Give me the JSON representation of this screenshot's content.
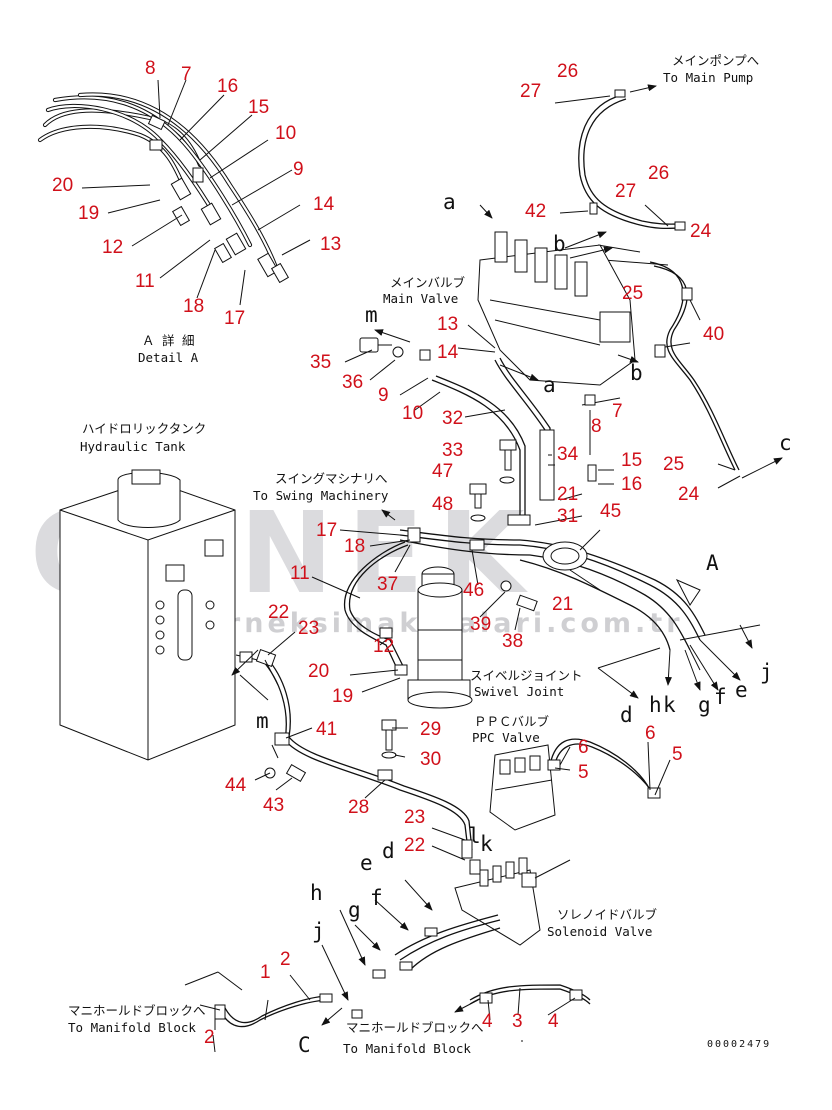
{
  "watermark": {
    "brand": "ORNEK",
    "url": "www.orneksimakinalari.com.tr"
  },
  "labels": {
    "detail_a_jp": "Ａ 詳 細",
    "detail_a_en": "Detail A",
    "main_pump_jp": "メインポンプへ",
    "main_pump_en": "To Main Pump",
    "main_valve_jp": "メインバルブ",
    "main_valve_en": "Main Valve",
    "tank_jp": "ハイドロリックタンク",
    "tank_en": "Hydraulic Tank",
    "swing_jp": "スイングマシナリへ",
    "swing_en": "To Swing Machinery",
    "swivel_jp": "スイベルジョイント",
    "swivel_en": "Swivel Joint",
    "ppc_jp": "ＰＰＣバルブ",
    "ppc_en": "PPC Valve",
    "solenoid_jp": "ソレノイドバルブ",
    "solenoid_en": "Solenoid Valve",
    "manifold_jp": "マニホールドブロックへ",
    "manifold_en": "To Manifold Block",
    "drawing_no": "00002479"
  },
  "callouts": {
    "n8a": "8",
    "n7a": "7",
    "n16a": "16",
    "n15a": "15",
    "n10a": "10",
    "n9a": "9",
    "n20a": "20",
    "n19a": "19",
    "n12a": "12",
    "n11a": "11",
    "n18a": "18",
    "n17a": "17",
    "n14a": "14",
    "n13a": "13",
    "n26a": "26",
    "n27a": "27",
    "n26b": "26",
    "n27b": "27",
    "n42": "42",
    "n24a": "24",
    "n25a": "25",
    "n40": "40",
    "n13b": "13",
    "n14b": "14",
    "n35": "35",
    "n36": "36",
    "n9b": "9",
    "n10b": "10",
    "n32": "32",
    "n7b": "7",
    "n8b": "8",
    "n33": "33",
    "n34": "34",
    "n15b": "15",
    "n16b": "16",
    "n47": "47",
    "n21a": "21",
    "n48": "48",
    "n31": "31",
    "n45": "45",
    "n17b": "17",
    "n18b": "18",
    "n25b": "25",
    "n24b": "24",
    "n11b": "11",
    "n37": "37",
    "n46": "46",
    "n21b": "21",
    "n22a": "22",
    "n23a": "23",
    "n12b": "12",
    "n39": "39",
    "n38": "38",
    "n20b": "20",
    "n19b": "19",
    "n29": "29",
    "n41": "41",
    "n30": "30",
    "n44": "44",
    "n43": "43",
    "n28": "28",
    "n6a": "6",
    "n6b": "6",
    "n5a": "5",
    "n5b": "5",
    "n23b": "23",
    "n22b": "22",
    "n1": "1",
    "n2a": "2",
    "n2b": "2",
    "n4a": "4",
    "n3": "3",
    "n4b": "4"
  },
  "letters": {
    "a1": "a",
    "b1": "b",
    "m1": "m",
    "a2": "a",
    "b2": "b",
    "c1": "c",
    "A": "A",
    "j1": "j",
    "e1": "e",
    "f1": "f",
    "g1": "g",
    "h1": "h",
    "k1": "k",
    "d1": "d",
    "m2": "m",
    "e2": "e",
    "d2": "d",
    "h2": "h",
    "g2": "g",
    "f2": "f",
    "j2": "j",
    "c2": "C",
    "i1": "l",
    "k2": "k"
  }
}
